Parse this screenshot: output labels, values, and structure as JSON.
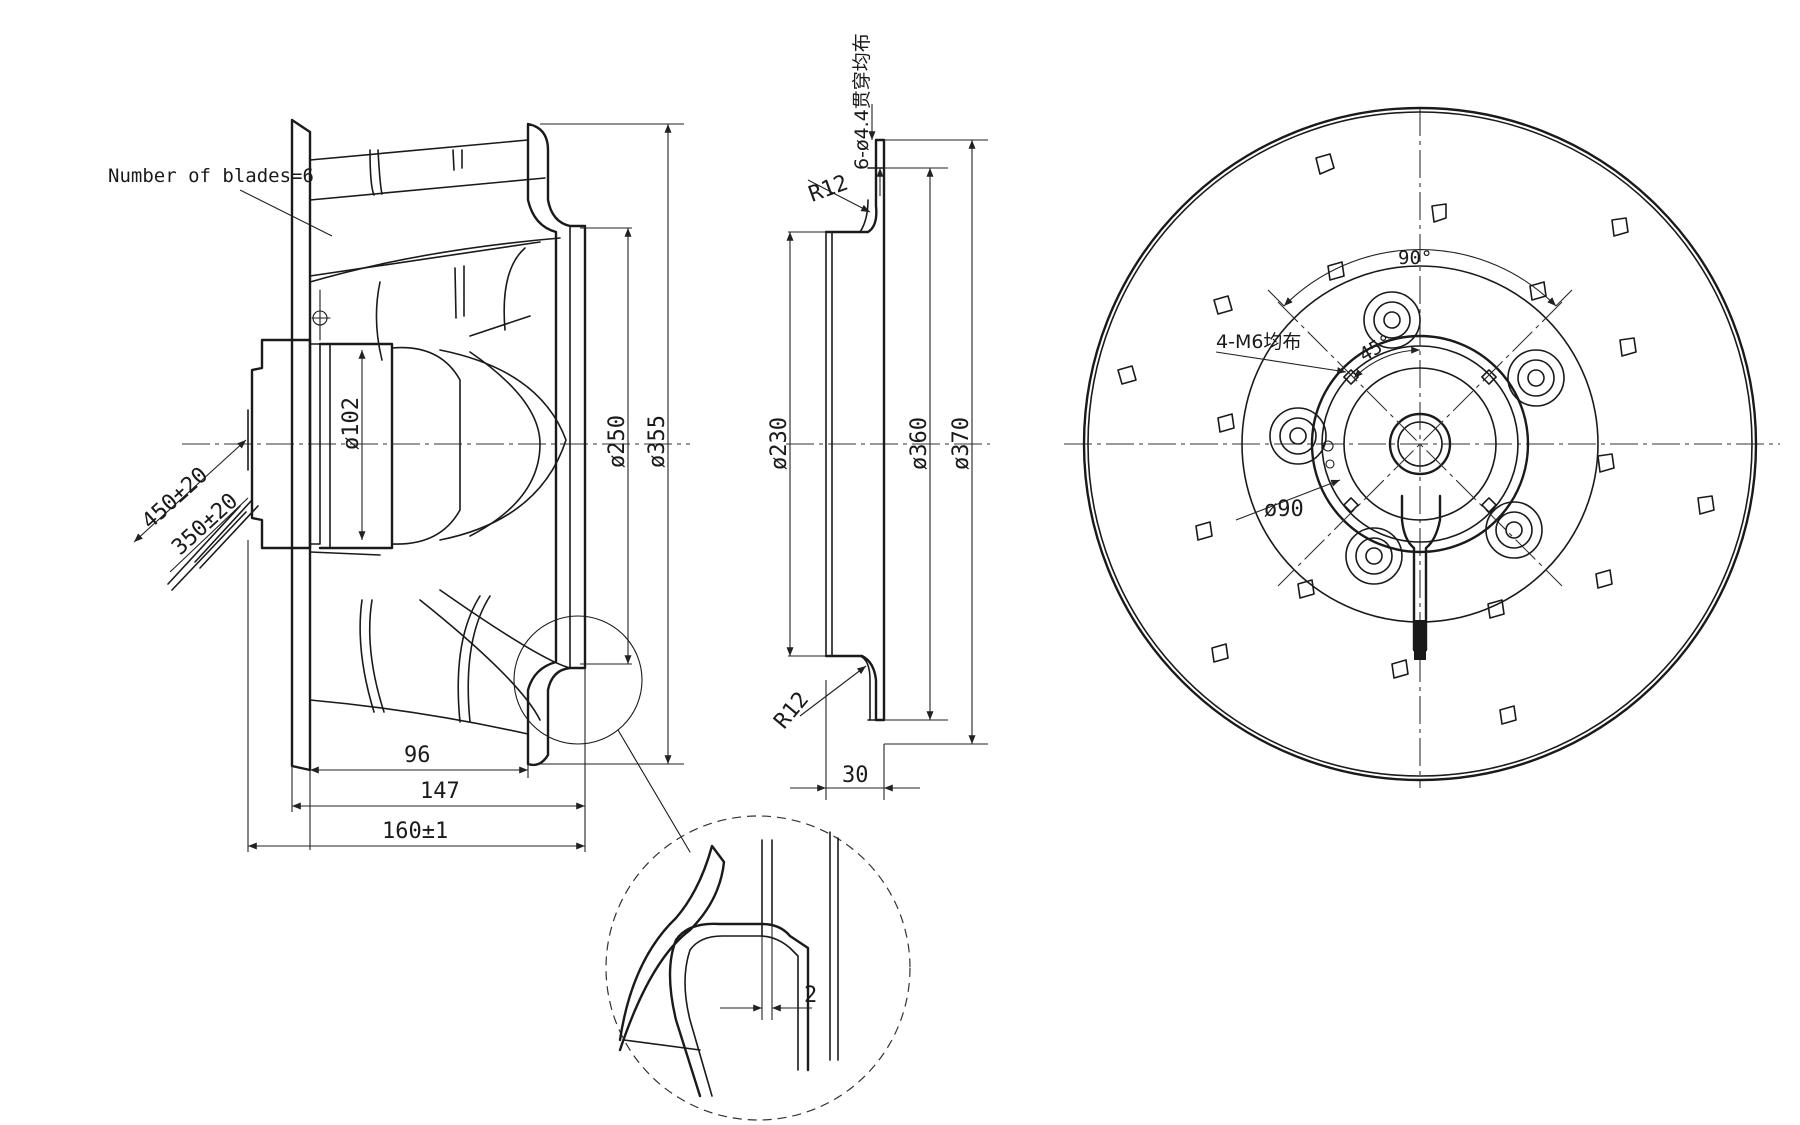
{
  "side_view": {
    "blades_note": "Number of blades=6",
    "dim_d102": "ø102",
    "dim_d250": "ø250",
    "dim_d355": "ø355",
    "dim_96": "96",
    "dim_147": "147",
    "dim_160": "160±1",
    "cable_450": "450±20",
    "cable_350": "350±20"
  },
  "inlet_ring_view": {
    "hole_note": "6-ø4.4贯穿均布",
    "radius_top": "R12",
    "radius_bottom": "R12",
    "dim_d230": "ø230",
    "dim_d360": "ø360",
    "dim_d370": "ø370",
    "dim_30": "30"
  },
  "detail_view": {
    "gap": "2"
  },
  "front_view": {
    "angle_90": "90°",
    "angle_45": "45°",
    "thread_note": "4-M6均布",
    "dim_d90": "ø90"
  }
}
